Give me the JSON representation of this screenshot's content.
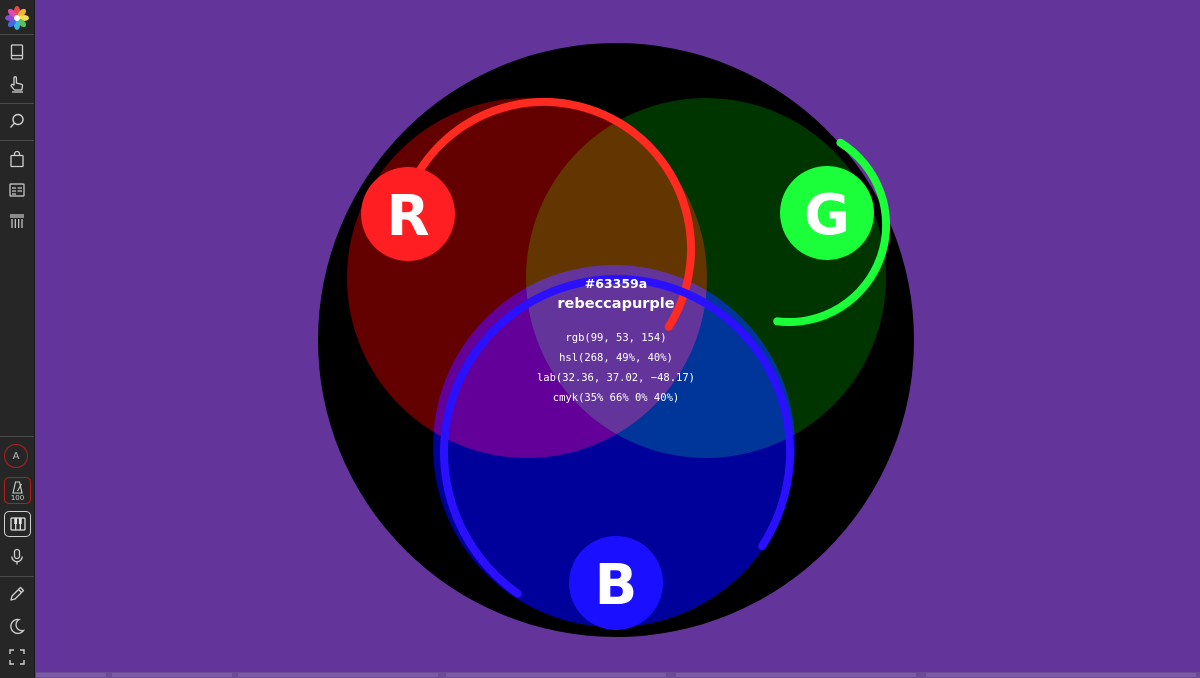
{
  "color": {
    "hex": "#63359a",
    "name": "rebeccapurple",
    "rgb": "rgb(99, 53, 154)",
    "hsl": "hsl(268, 49%, 40%)",
    "lab": "lab(32.36, 37.02, −48.17)",
    "cmyk": "cmyk(35% 66% 0% 40%)",
    "rgb_values": {
      "r": 99,
      "g": 53,
      "b": 154
    }
  },
  "channels": [
    {
      "id": "red",
      "label": "R",
      "value": 99,
      "max": 255,
      "color": "#ff2020"
    },
    {
      "id": "green",
      "label": "G",
      "value": 53,
      "max": 255,
      "color": "#1aff3a"
    },
    {
      "id": "blue",
      "label": "B",
      "value": 154,
      "max": 255,
      "color": "#2010ff"
    }
  ],
  "sidebar": {
    "icons": [
      "app-logo-icon",
      "book-icon",
      "pointer-icon",
      "search-icon",
      "shopping-bag-icon",
      "list-icon",
      "columns-icon",
      "accessibility-icon",
      "metronome-icon",
      "piano-icon",
      "microphone-icon",
      "pencil-icon",
      "moon-icon",
      "fullscreen-icon"
    ],
    "accessibility_label": "A",
    "tempo_value": "100"
  },
  "colors": {
    "background": "#63359a",
    "sidebar": "#262626",
    "wheel": "#000000"
  }
}
